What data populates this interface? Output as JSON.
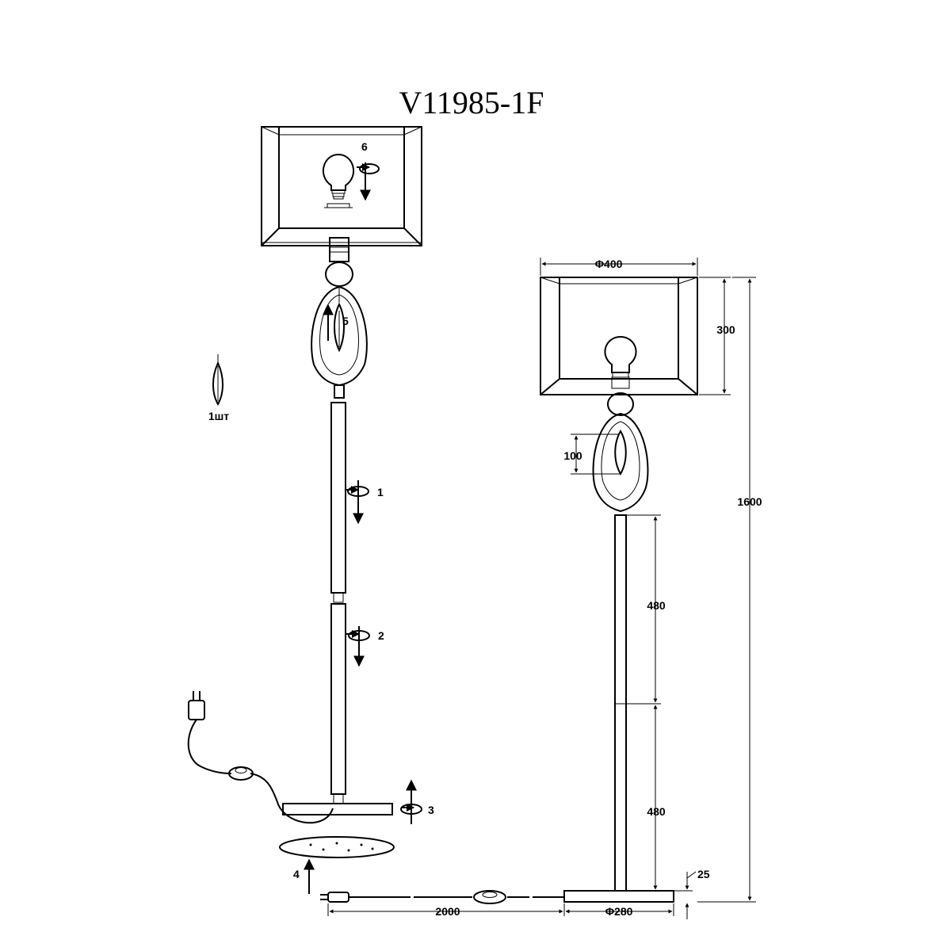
{
  "title": "V11985-1F",
  "crystal_note": "1шт",
  "steps": {
    "s1": "1",
    "s2": "2",
    "s3": "3",
    "s4": "4",
    "s5": "5",
    "s6": "6"
  },
  "dimensions": {
    "shade_diameter": "Φ400",
    "shade_height": "300",
    "total_height": "1600",
    "crystal_length": "100",
    "upper_rod": "480",
    "lower_rod": "480",
    "base_height": "25",
    "cable_length": "2000",
    "base_diameter": "Φ280"
  }
}
